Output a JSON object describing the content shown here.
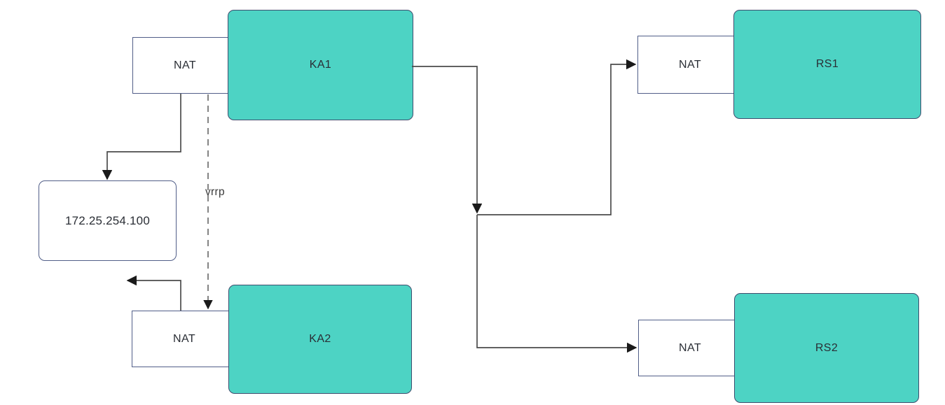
{
  "diagram": {
    "nodes": {
      "ka1": {
        "label": "KA1"
      },
      "ka2": {
        "label": "KA2"
      },
      "rs1": {
        "label": "RS1"
      },
      "rs2": {
        "label": "RS2"
      },
      "nat_ka1": {
        "label": "NAT"
      },
      "nat_ka2": {
        "label": "NAT"
      },
      "nat_rs1": {
        "label": "NAT"
      },
      "nat_rs2": {
        "label": "NAT"
      },
      "vip": {
        "label": "172.25.254.100"
      }
    },
    "edge_labels": {
      "vrrp": "vrrp"
    },
    "colors": {
      "node_fill": "#4dd3c4",
      "node_border": "#3f4d6e",
      "box_fill": "#ffffff",
      "box_border": "#515e88",
      "connector": "#4b4b4b",
      "dashed_connector": "#666666",
      "arrowhead": "#1a1a1a",
      "label_text": "#2a2e35",
      "background": "#ffffff"
    }
  }
}
